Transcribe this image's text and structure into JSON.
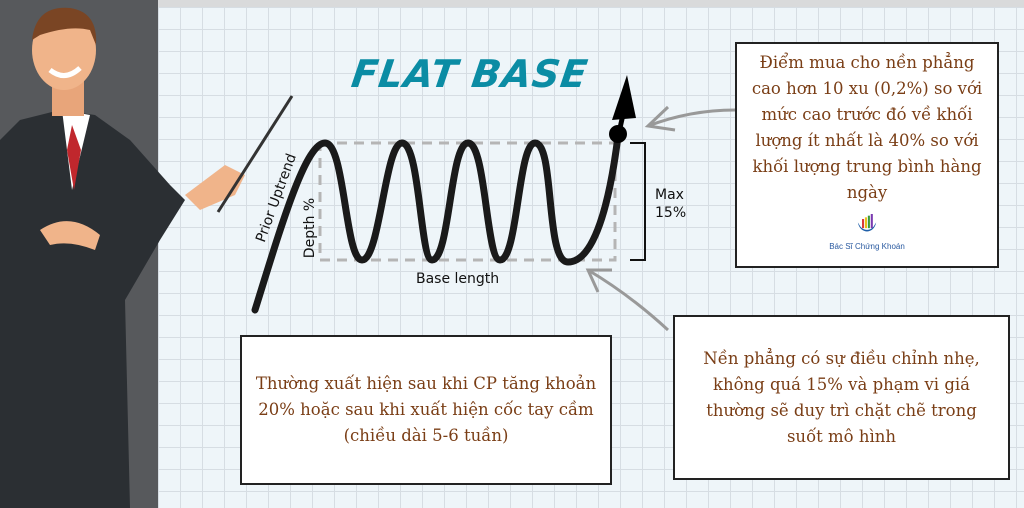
{
  "title": "FLAT BASE",
  "labels": {
    "prior_uptrend": "Prior Uptrend",
    "depth": "Depth %",
    "base_length": "Base length",
    "max": "Max",
    "max_value": "15%"
  },
  "boxes": {
    "buy_point": "Điểm mua cho nền phẳng cao hơn 10 xu (0,2%) so với mức cao trước đó về khối lượng ít nhất là 40% so với khối lượng trung bình hàng ngày",
    "occurrence": "Thường xuất hiện sau khi CP tăng khoản 20% hoặc sau khi xuất hiện cốc tay cầm (chiều dài 5-6 tuần)",
    "correction": "Nền phẳng có sự điều chỉnh nhẹ, không quá 15% và phạm vi giá thường sẽ duy trì chặt chẽ trong suốt mô hình"
  },
  "logo": {
    "name": "Bác Sĩ Chứng Khoán"
  },
  "colors": {
    "title": "#0b8ca4",
    "box_text": "#7a3e16"
  }
}
